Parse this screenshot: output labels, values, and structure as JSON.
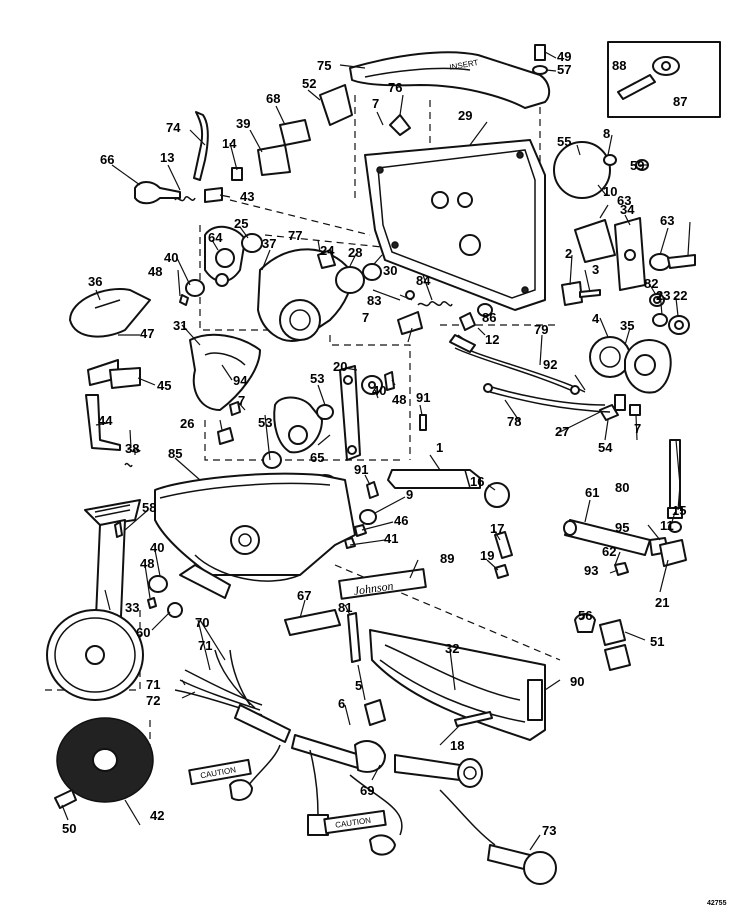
{
  "diagram": {
    "brand_label": "Johnson",
    "caution_label": "CAUTION",
    "drawing_code": "42755",
    "callouts": [
      "1",
      "2",
      "3",
      "4",
      "5",
      "6",
      "7",
      "8",
      "9",
      "10",
      "11",
      "12",
      "13",
      "14",
      "15",
      "16",
      "17",
      "18",
      "19",
      "20",
      "21",
      "22",
      "23",
      "24",
      "25",
      "26",
      "27",
      "28",
      "29",
      "30",
      "31",
      "32",
      "33",
      "34",
      "35",
      "36",
      "37",
      "38",
      "39",
      "40",
      "41",
      "42",
      "43",
      "44",
      "45",
      "46",
      "47",
      "48",
      "49",
      "50",
      "51",
      "52",
      "53",
      "54",
      "55",
      "56",
      "57",
      "58",
      "59",
      "60",
      "61",
      "62",
      "63",
      "64",
      "65",
      "66",
      "67",
      "68",
      "69",
      "70",
      "71",
      "72",
      "73",
      "74",
      "75",
      "76",
      "77",
      "78",
      "79",
      "80",
      "81",
      "82",
      "83",
      "84",
      "85",
      "86",
      "87",
      "88",
      "89",
      "90",
      "91",
      "92",
      "93",
      "94",
      "95"
    ]
  }
}
